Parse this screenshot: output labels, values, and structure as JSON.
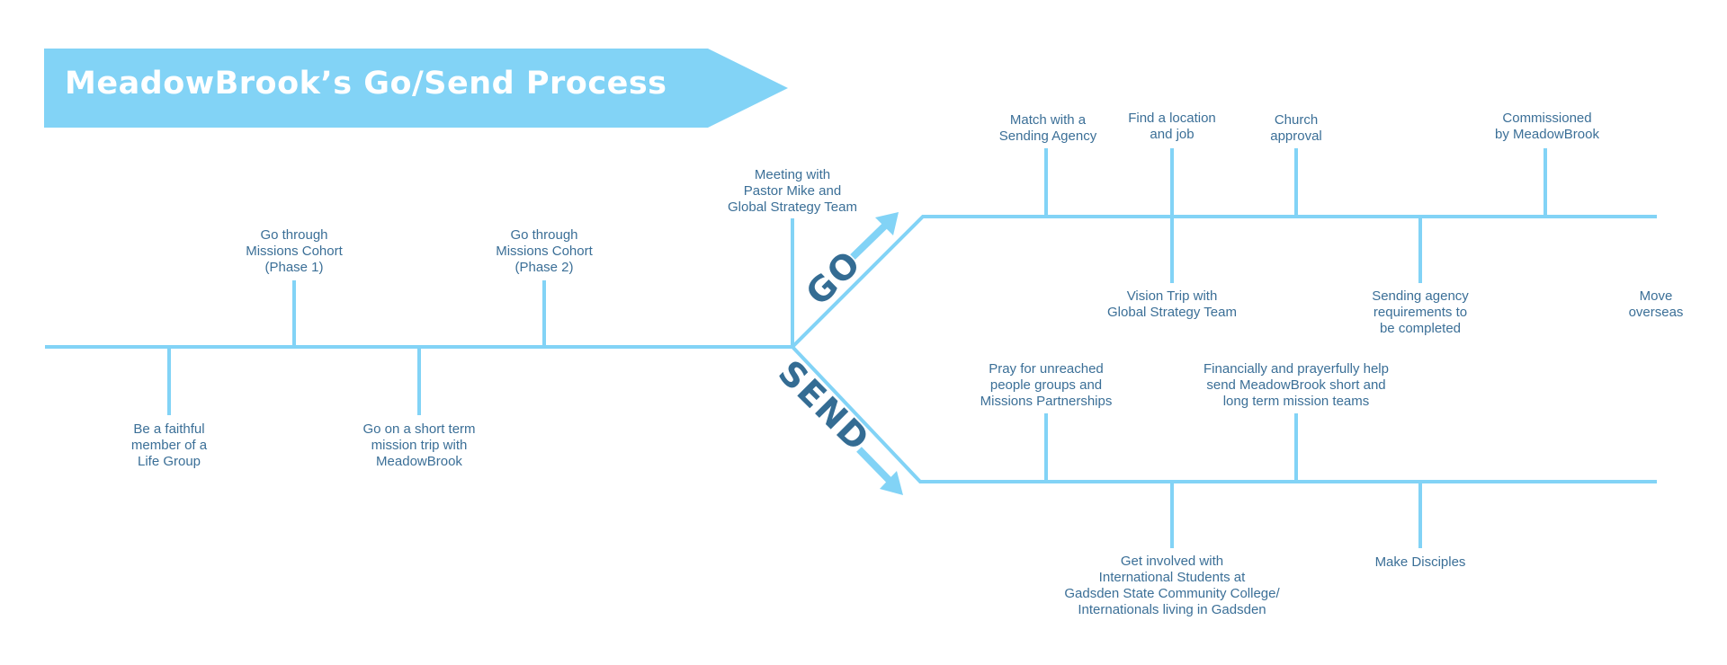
{
  "title": "MeadowBrook’s Go/Send Process",
  "colors": {
    "line": "#82d3f6",
    "banner": "#82d3f6",
    "text": "#3b6f97",
    "branch_word": "#346c93"
  },
  "main_timeline": {
    "steps": [
      {
        "label": "Be a faithful\nmember of a\nLife Group",
        "side": "below"
      },
      {
        "label": "Go through\nMissions Cohort\n(Phase 1)",
        "side": "above"
      },
      {
        "label": "Go on a short term\nmission trip with\nMeadowBrook",
        "side": "below"
      },
      {
        "label": "Go through\nMissions Cohort\n(Phase 2)",
        "side": "above"
      },
      {
        "label": "Meeting with\nPastor Mike and\nGlobal Strategy Team",
        "side": "above"
      }
    ]
  },
  "go_branch": {
    "label": "GO",
    "steps": [
      {
        "label": "Match with a\nSending Agency",
        "side": "above"
      },
      {
        "label": "Find a location\nand job",
        "side": "above"
      },
      {
        "label": "Vision Trip with\nGlobal Strategy Team",
        "side": "below"
      },
      {
        "label": "Church\napproval",
        "side": "above"
      },
      {
        "label": "Sending agency\nrequirements to\nbe completed",
        "side": "below"
      },
      {
        "label": "Commissioned\nby MeadowBrook",
        "side": "above"
      },
      {
        "label": "Move\noverseas",
        "side": "end"
      }
    ]
  },
  "send_branch": {
    "label": "SEND",
    "steps": [
      {
        "label": "Pray for unreached\npeople groups and\nMissions Partnerships",
        "side": "above"
      },
      {
        "label": "Get involved with\nInternational Students at\nGadsden State Community College/\nInternationals living in Gadsden",
        "side": "below"
      },
      {
        "label": "Financially and prayerfully help\nsend MeadowBrook short and\nlong term mission teams",
        "side": "above"
      },
      {
        "label": "Make Disciples",
        "side": "below"
      }
    ]
  }
}
